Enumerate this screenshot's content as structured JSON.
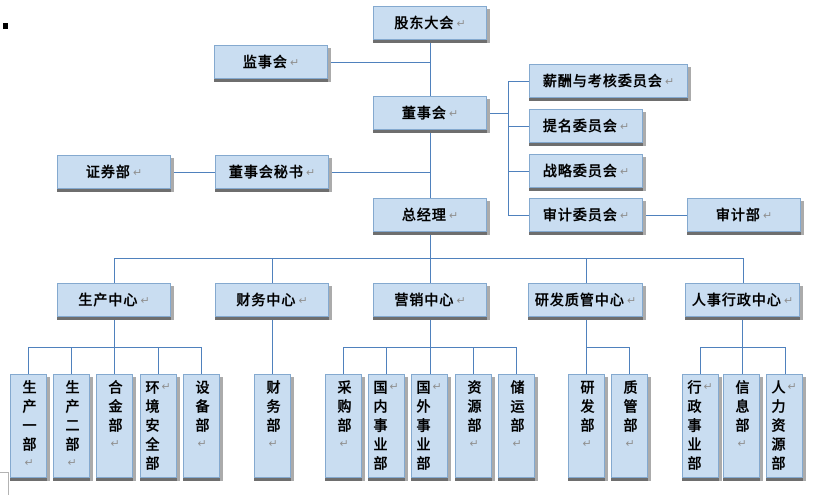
{
  "marks": {
    "paragraph_mark": "↵"
  },
  "colors": {
    "box_fill": "#c9ddf1",
    "box_border": "#84a9cf",
    "connector_line": "#4f81bd",
    "shadow_bottom": "#6e6e6e",
    "shadow_right": "#ababab",
    "text": "#000000",
    "paragraph_mark_color": "#8f8f8f"
  },
  "governance": {
    "shareholders": "股东大会",
    "supervisory_board": "监事会",
    "board_of_directors": "董事会",
    "committees": [
      "薪酬与考核委员会",
      "提名委员会",
      "战略委员会",
      "审计委员会"
    ],
    "audit_dept": "审计部",
    "securities_dept": "证券部",
    "board_secretary": "董事会秘书",
    "general_manager": "总经理"
  },
  "centers": [
    {
      "label": "生产中心",
      "departments": [
        "生产一部",
        "生产二部",
        "合金部",
        "环境安全部",
        "设备部"
      ]
    },
    {
      "label": "财务中心",
      "departments": [
        "财务部"
      ]
    },
    {
      "label": "营销中心",
      "departments": [
        "采购部",
        "国内事业部",
        "国外事业部",
        "资源部",
        "储运部"
      ]
    },
    {
      "label": "研发质管中心",
      "departments": [
        "研发部",
        "质管部"
      ]
    },
    {
      "label": "人事行政中心",
      "departments": [
        "行政事业部",
        "信息部",
        "人力资源部"
      ]
    }
  ]
}
